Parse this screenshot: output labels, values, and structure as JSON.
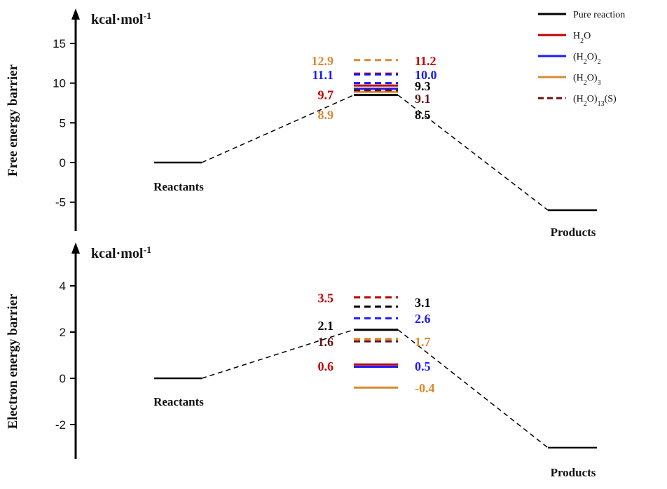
{
  "colors": {
    "pure": "#000000",
    "h2o": "#c00000",
    "h2o2": "#1a1aff",
    "h2o3": "#d9892f",
    "h2o13": "#6b1010"
  },
  "legend": {
    "items": [
      {
        "key": "pure",
        "label": "Pure reaction",
        "dashed": false
      },
      {
        "key": "h2o",
        "label": "H2O",
        "dashed": false
      },
      {
        "key": "h2o2",
        "label": "(H2O)2",
        "dashed": false
      },
      {
        "key": "h2o3",
        "label": "(H2O)3",
        "dashed": false
      },
      {
        "key": "h2o13",
        "label": "(H2O)13(S)",
        "dashed": true
      }
    ]
  },
  "chart_data": [
    {
      "type": "energy_diagram",
      "ylabel": "Free energy barrier",
      "unit": "kcal·mol-1",
      "ylim": [
        -7,
        18
      ],
      "yticks": [
        "15",
        "10",
        "5",
        "0",
        "-5"
      ],
      "reactants": {
        "label": "Reactants",
        "value": 0
      },
      "products": {
        "label": "Products",
        "value": -6
      },
      "transition_states": [
        {
          "series": "pure",
          "value": 8.5,
          "dashed": false
        },
        {
          "series": "h2o3",
          "value": 8.9,
          "dashed": false
        },
        {
          "series": "h2o2",
          "value": 9.3,
          "dashed": false
        },
        {
          "series": "h2o",
          "value": 9.7,
          "dashed": false
        },
        {
          "series": "h2o",
          "value": 11.2,
          "dashed": true
        },
        {
          "series": "h2o2",
          "value": 10.0,
          "dashed": true
        },
        {
          "series": "h2o3",
          "value": 12.9,
          "dashed": true
        },
        {
          "series": "h2o2",
          "value": 11.1,
          "dashed": true
        },
        {
          "series": "h2o13",
          "value": 9.1,
          "dashed": true
        }
      ],
      "value_labels": [
        {
          "text": "12.9",
          "series": "h2o3",
          "side": "left",
          "value": 12.9
        },
        {
          "text": "11.2",
          "series": "h2o",
          "side": "right",
          "value": 12.9
        },
        {
          "text": "11.1",
          "series": "h2o2",
          "side": "left",
          "value": 11.1
        },
        {
          "text": "10.0",
          "series": "h2o2",
          "side": "right",
          "value": 11.1
        },
        {
          "text": "9.3",
          "series": "pure",
          "side": "right",
          "value": 9.7
        },
        {
          "text": "9.7",
          "series": "h2o",
          "side": "left",
          "value": 8.6
        },
        {
          "text": "9.1",
          "series": "h2o13",
          "side": "right",
          "value": 8.1
        },
        {
          "text": "8.9",
          "series": "h2o3",
          "side": "left",
          "value": 6.1
        },
        {
          "text": "8.5",
          "series": "pure",
          "side": "right",
          "value": 6.1
        }
      ]
    },
    {
      "type": "energy_diagram",
      "ylabel": "Electron energy barrier",
      "unit": "kcal·mol-1",
      "ylim": [
        -3.6,
        5.8
      ],
      "yticks": [
        "4",
        "2",
        "0",
        "-2"
      ],
      "reactants": {
        "label": "Reactants",
        "value": 0
      },
      "products": {
        "label": "Products",
        "value": -3
      },
      "transition_states": [
        {
          "series": "pure",
          "value": 2.1,
          "dashed": false
        },
        {
          "series": "h2o",
          "value": 0.6,
          "dashed": false
        },
        {
          "series": "h2o2",
          "value": 0.5,
          "dashed": false
        },
        {
          "series": "h2o3",
          "value": -0.4,
          "dashed": false
        },
        {
          "series": "h2o",
          "value": 3.5,
          "dashed": true
        },
        {
          "series": "pure",
          "value": 3.1,
          "dashed": true
        },
        {
          "series": "h2o2",
          "value": 2.6,
          "dashed": true
        },
        {
          "series": "h2o3",
          "value": 1.7,
          "dashed": true
        },
        {
          "series": "h2o13",
          "value": 1.6,
          "dashed": true
        }
      ],
      "value_labels": [
        {
          "text": "3.5",
          "series": "h2o",
          "side": "left",
          "value": 3.5
        },
        {
          "text": "3.1",
          "series": "pure",
          "side": "right",
          "value": 3.3
        },
        {
          "text": "2.6",
          "series": "h2o2",
          "side": "right",
          "value": 2.6
        },
        {
          "text": "2.1",
          "series": "pure",
          "side": "left",
          "value": 2.3
        },
        {
          "text": "1.6",
          "series": "h2o13",
          "side": "left",
          "value": 1.6
        },
        {
          "text": "1.7",
          "series": "h2o3",
          "side": "right",
          "value": 1.6
        },
        {
          "text": "0.6",
          "series": "h2o",
          "side": "left",
          "value": 0.55
        },
        {
          "text": "0.5",
          "series": "h2o2",
          "side": "right",
          "value": 0.55
        },
        {
          "text": "-0.4",
          "series": "h2o3",
          "side": "right",
          "value": -0.4
        }
      ]
    }
  ]
}
